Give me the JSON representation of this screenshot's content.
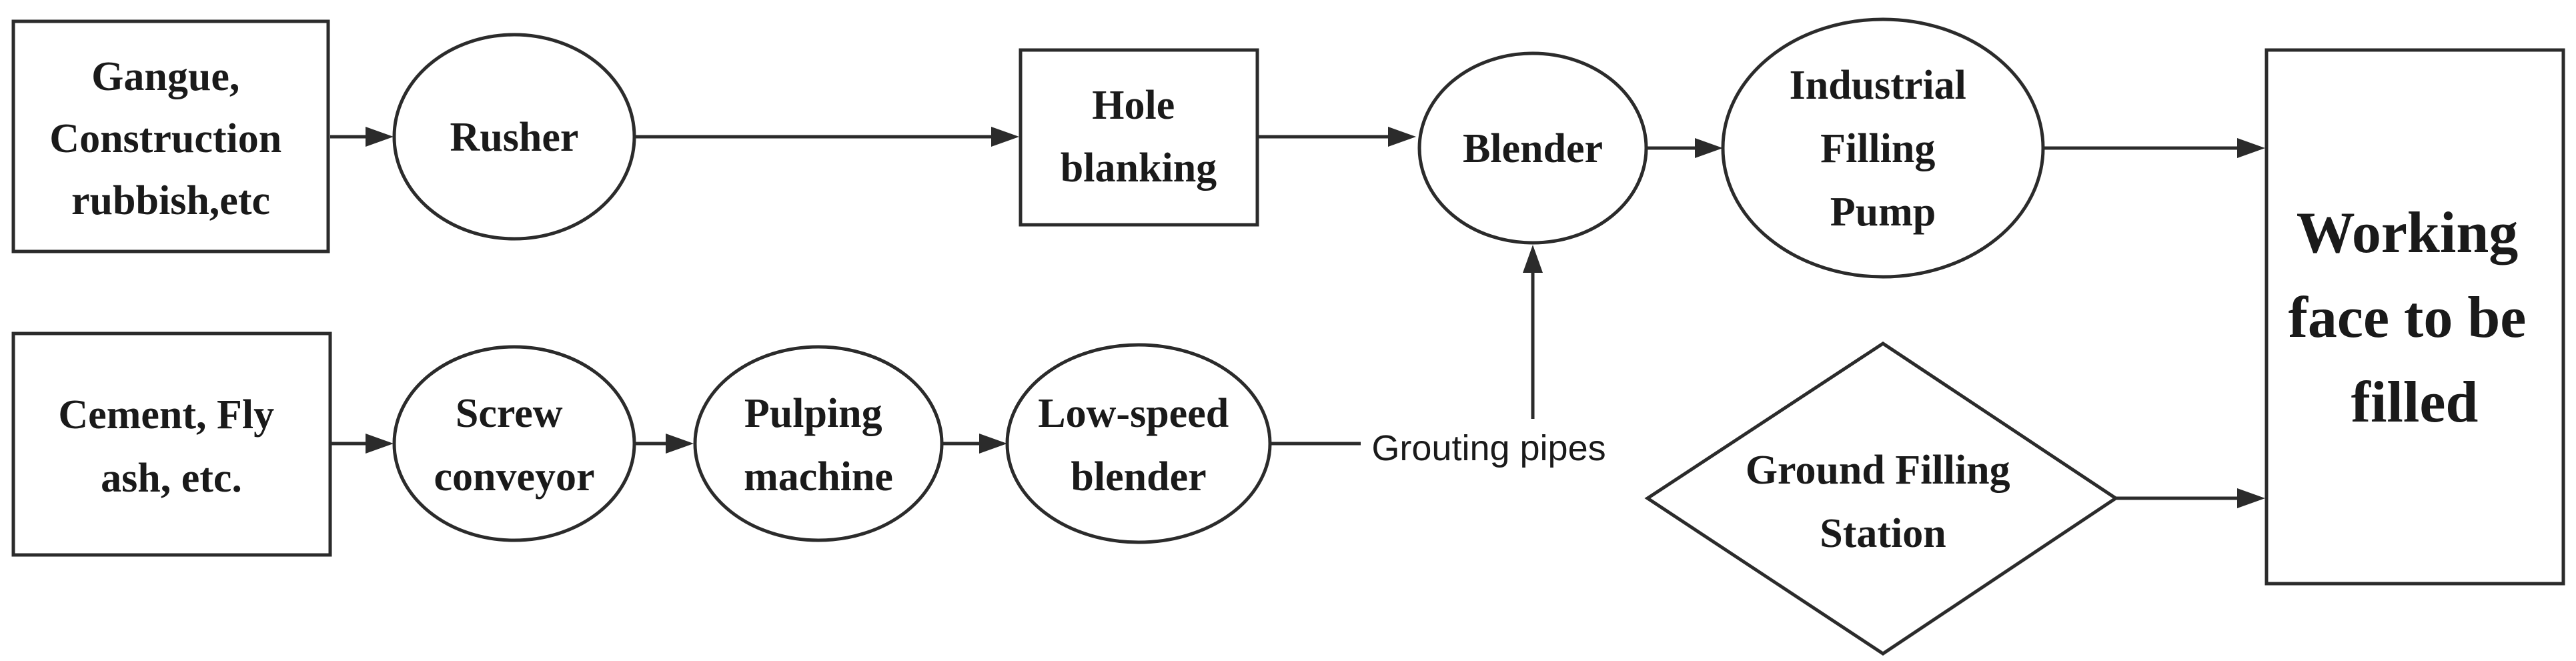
{
  "nodes": {
    "gangue": {
      "lines": [
        "Gangue,",
        "Construction",
        "rubbish,etc"
      ]
    },
    "rusher": {
      "lines": [
        "Rusher"
      ]
    },
    "hole_blanking": {
      "lines": [
        "Hole",
        "blanking"
      ]
    },
    "blender": {
      "lines": [
        "Blender"
      ]
    },
    "industrial_pump": {
      "lines": [
        "Industrial",
        "Filling",
        "Pump"
      ]
    },
    "working_face": {
      "lines": [
        "Working",
        "face to be",
        "filled"
      ]
    },
    "cement": {
      "lines": [
        "Cement, Fly",
        "ash, etc."
      ]
    },
    "screw_conveyor": {
      "lines": [
        "Screw",
        "conveyor"
      ]
    },
    "pulping_machine": {
      "lines": [
        "Pulping",
        "machine"
      ]
    },
    "low_speed_blender": {
      "lines": [
        "Low-speed",
        "blender"
      ]
    },
    "ground_station": {
      "lines": [
        "Ground Filling",
        "Station"
      ]
    }
  },
  "edge_labels": {
    "grouting": "Grouting pipes"
  },
  "colors": {
    "stroke": "#2b2b2b",
    "text": "#1a1a1a",
    "background": "#ffffff"
  }
}
